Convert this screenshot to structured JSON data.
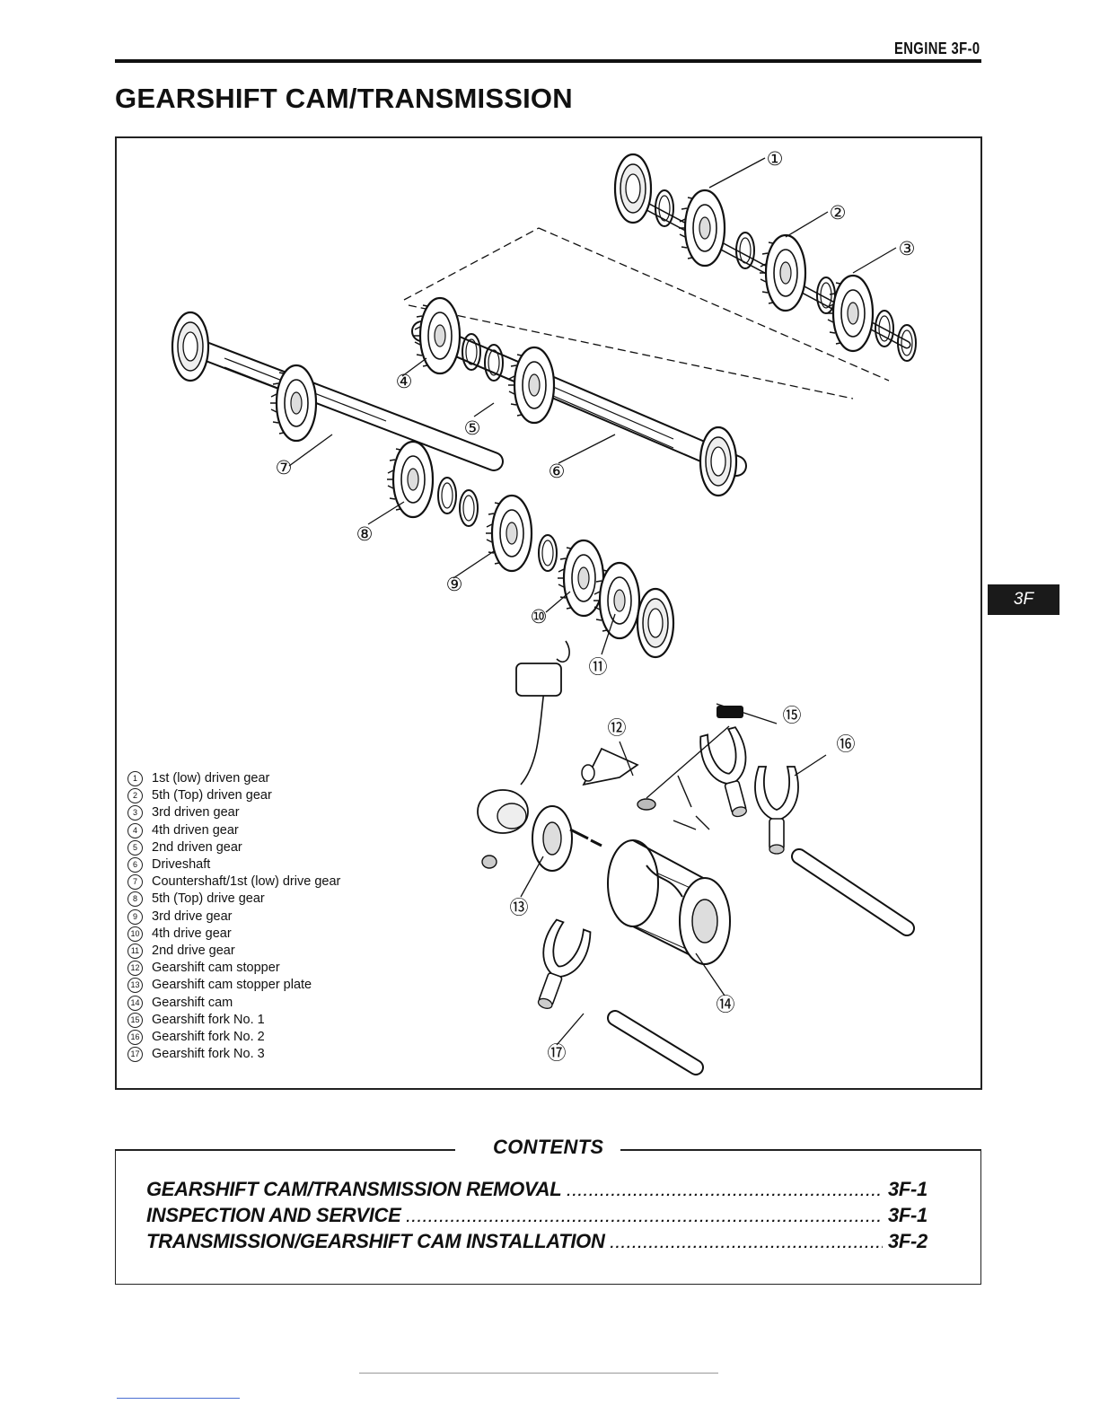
{
  "header": {
    "section": "ENGINE 3F-0"
  },
  "page_title": "GEARSHIFT CAM/TRANSMISSION",
  "side_tab": "3F",
  "diagram": {
    "callouts": [
      "①",
      "②",
      "③",
      "④",
      "⑤",
      "⑥",
      "⑦",
      "⑧",
      "⑨",
      "⑩",
      "⑪",
      "⑫",
      "⑬",
      "⑭",
      "⑮",
      "⑯",
      "⑰"
    ],
    "legend": [
      {
        "num": "1",
        "label": "1st (low) driven gear"
      },
      {
        "num": "2",
        "label": "5th (Top) driven gear"
      },
      {
        "num": "3",
        "label": "3rd driven gear"
      },
      {
        "num": "4",
        "label": "4th driven gear"
      },
      {
        "num": "5",
        "label": "2nd driven gear"
      },
      {
        "num": "6",
        "label": "Driveshaft"
      },
      {
        "num": "7",
        "label": "Countershaft/1st (low) drive gear"
      },
      {
        "num": "8",
        "label": "5th (Top) drive gear"
      },
      {
        "num": "9",
        "label": "3rd drive gear"
      },
      {
        "num": "10",
        "label": "4th drive gear"
      },
      {
        "num": "11",
        "label": "2nd drive gear"
      },
      {
        "num": "12",
        "label": "Gearshift cam stopper"
      },
      {
        "num": "13",
        "label": "Gearshift cam stopper plate"
      },
      {
        "num": "14",
        "label": "Gearshift cam"
      },
      {
        "num": "15",
        "label": "Gearshift fork No. 1"
      },
      {
        "num": "16",
        "label": "Gearshift fork No. 2"
      },
      {
        "num": "17",
        "label": "Gearshift fork No. 3"
      }
    ]
  },
  "contents": {
    "title": "CONTENTS",
    "items": [
      {
        "label": "GEARSHIFT CAM/TRANSMISSION REMOVAL",
        "page": "3F-1"
      },
      {
        "label": "INSPECTION AND SERVICE",
        "page": "3F-1"
      },
      {
        "label": "TRANSMISSION/GEARSHIFT CAM INSTALLATION",
        "page": "3F-2"
      }
    ]
  }
}
